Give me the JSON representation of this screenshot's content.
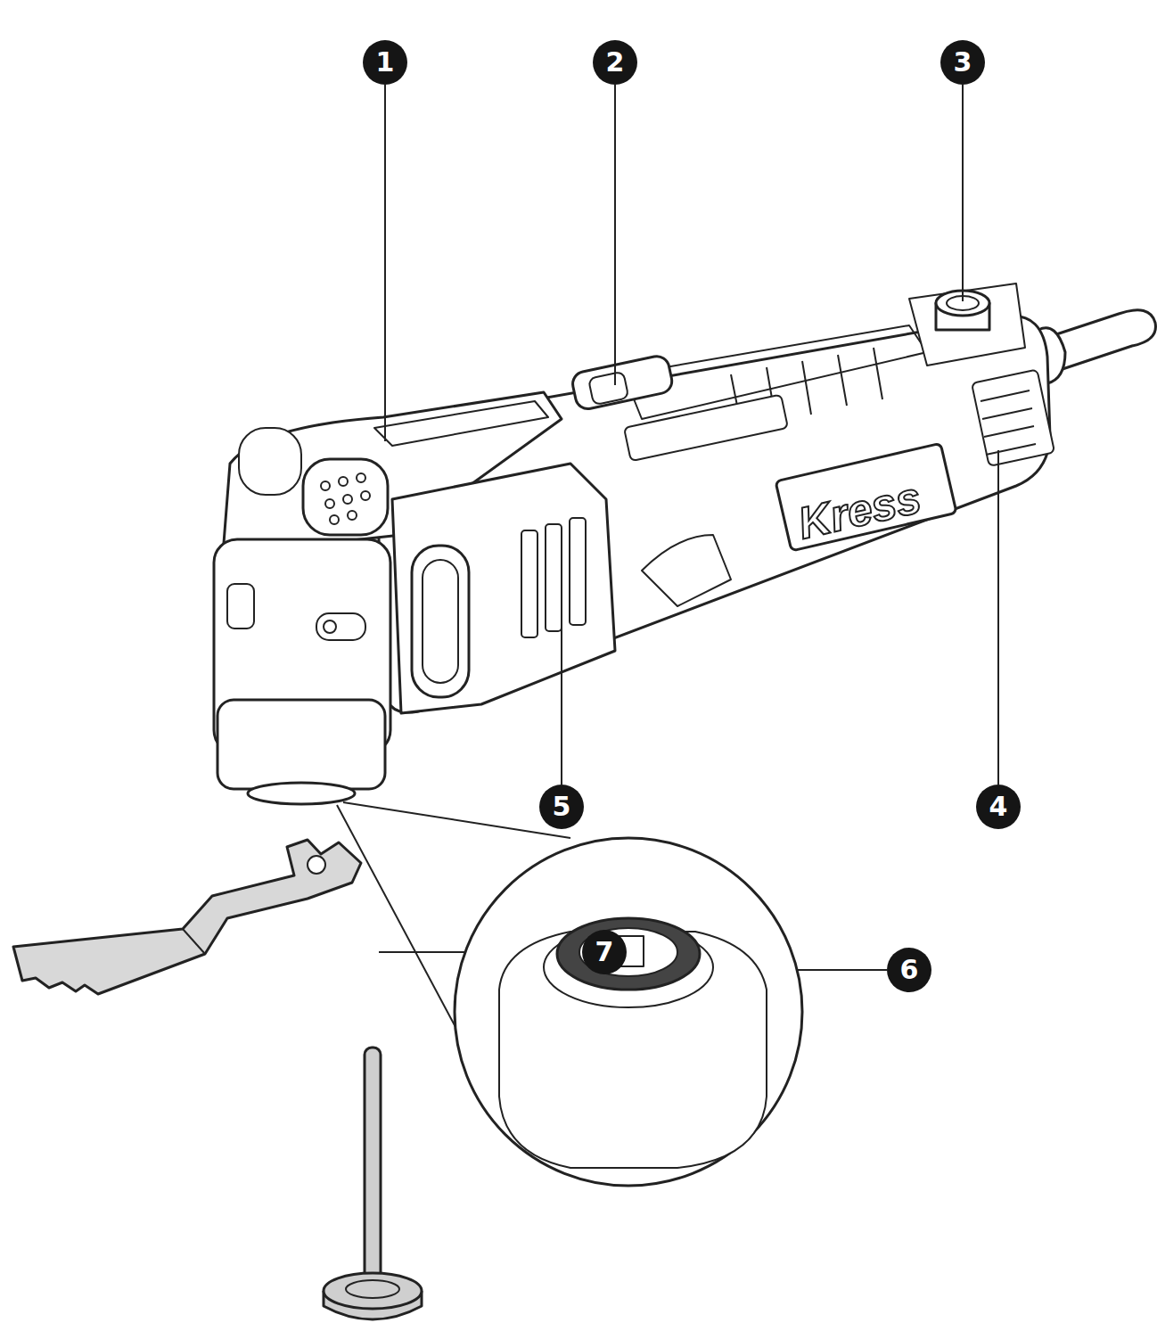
{
  "diagram": {
    "labels": [
      "1",
      "2",
      "3",
      "4",
      "5",
      "6",
      "7",
      "Kress"
    ]
  }
}
